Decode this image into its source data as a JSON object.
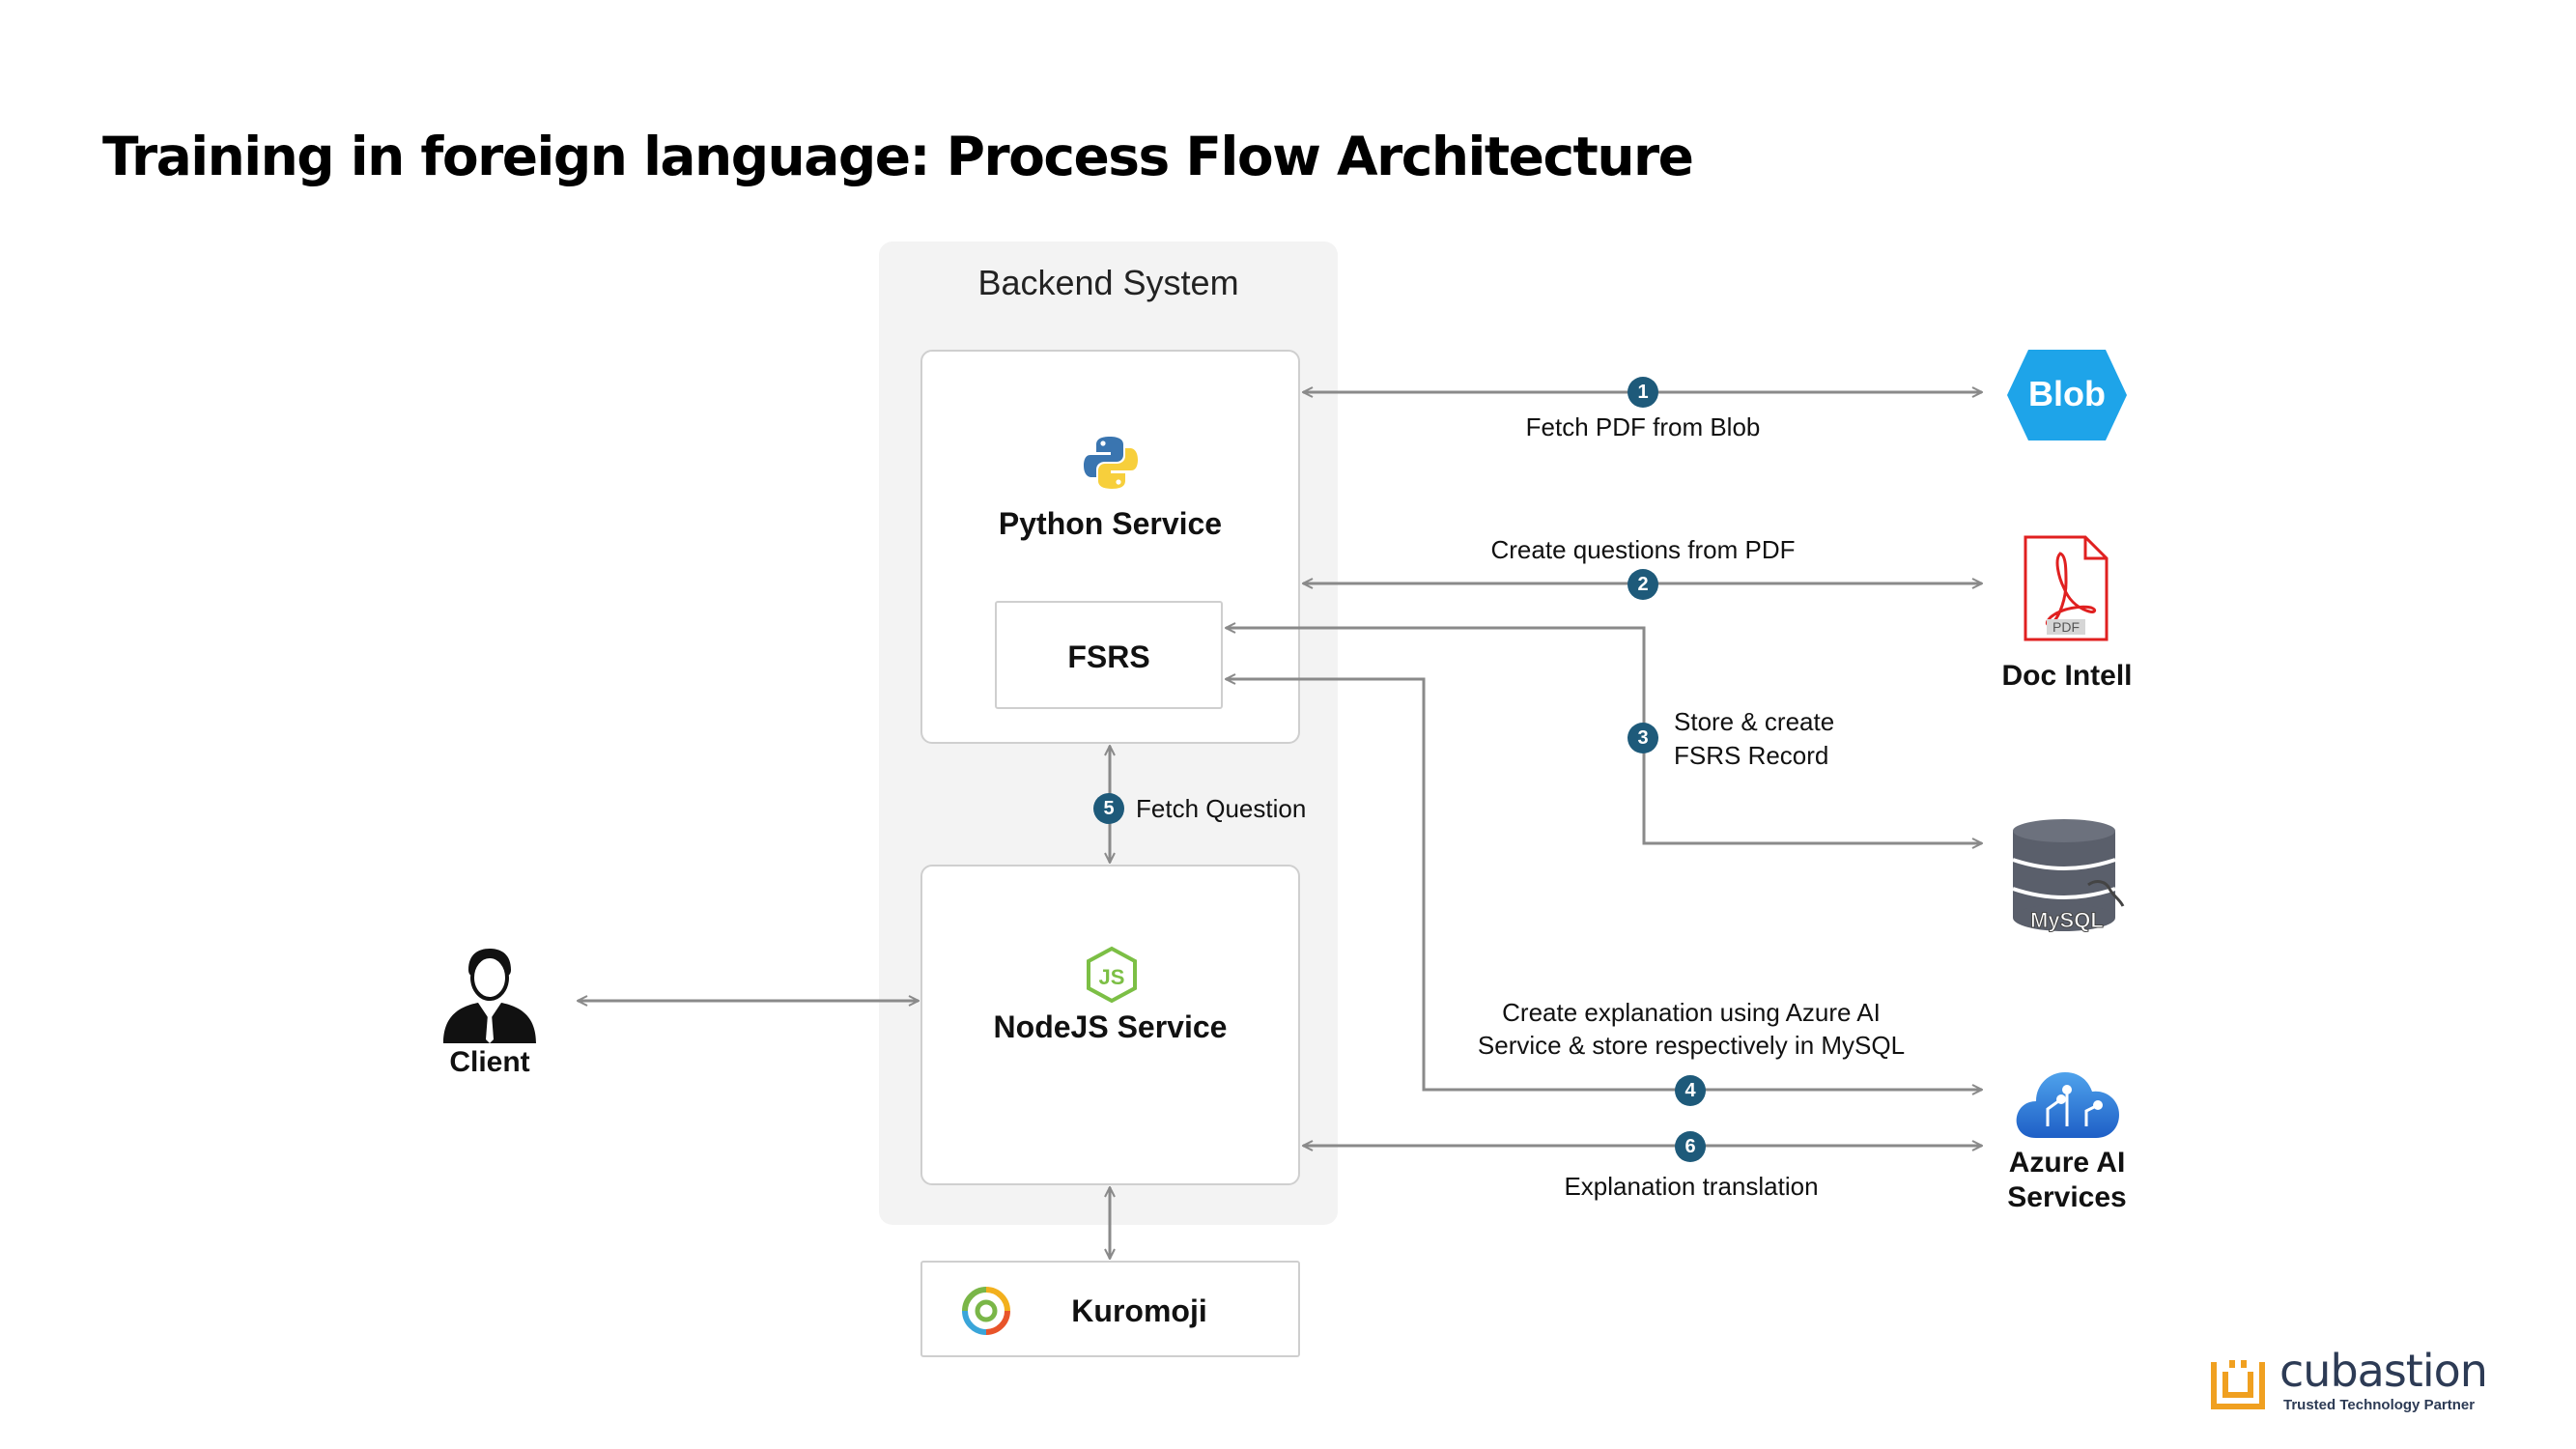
{
  "title": "Training in foreign language: Process Flow Architecture",
  "backend": {
    "title": "Backend System",
    "python_service": "Python Service",
    "fsrs": "FSRS",
    "nodejs_service": "NodeJS Service"
  },
  "kuromoji": "Kuromoji",
  "client": "Client",
  "external": {
    "blob": "Blob",
    "pdf_tag": "PDF",
    "doc_intell": "Doc Intell",
    "mysql_logo": "MySQL",
    "azure_line1": "Azure AI",
    "azure_line2": "Services"
  },
  "flows": [
    {
      "step": "1",
      "label": "Fetch PDF from Blob"
    },
    {
      "step": "2",
      "label": "Create questions from PDF"
    },
    {
      "step": "3",
      "label_line1": "Store & create",
      "label_line2": "FSRS Record"
    },
    {
      "step": "4",
      "label_line1": "Create explanation using Azure AI",
      "label_line2": "Service & store respectively in MySQL"
    },
    {
      "step": "5",
      "label": "Fetch Question"
    },
    {
      "step": "6",
      "label": "Explanation translation"
    }
  ],
  "brand": {
    "name": "cubastion",
    "tagline": "Trusted Technology Partner",
    "color": "#f0a020"
  },
  "colors": {
    "badge": "#1e5a7a",
    "arrow": "#8a8a8a",
    "blob": "#1ea4e9",
    "pdf": "#e02020",
    "mysql": "#5a5f6b",
    "azure": "#2f6fd6"
  }
}
